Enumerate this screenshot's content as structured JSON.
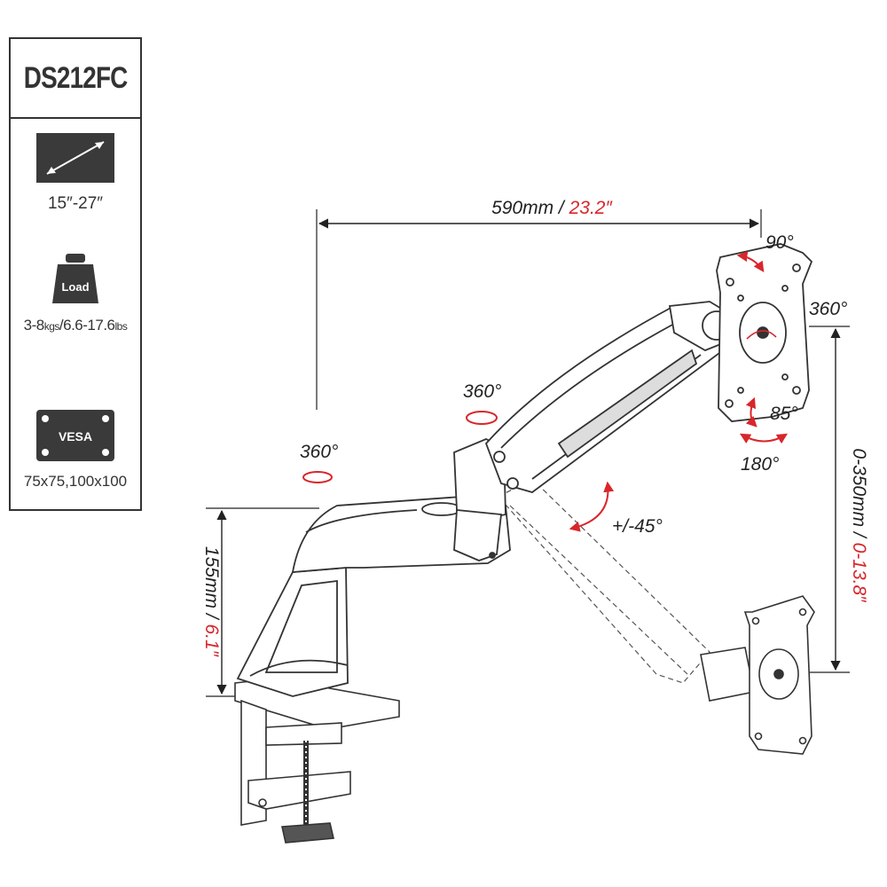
{
  "specs": {
    "model": "DS212FC",
    "screen_size": "15″-27″",
    "load_label": "Load",
    "load_value_a": "3-8",
    "load_unit_a": "kgs",
    "load_value_b": "/6.6-17.6",
    "load_unit_b": "lbs",
    "vesa_label": "VESA",
    "vesa_value": "75x75,100x100",
    "icons": [
      "screen-size-icon",
      "weight-icon",
      "vesa-plate-icon"
    ]
  },
  "diagram": {
    "reach": {
      "value": "590mm / ",
      "value_red": "23.2″"
    },
    "desk_height": {
      "value": "155mm / ",
      "value_red": "6.1″"
    },
    "height_adjust": {
      "value": "0-350mm / ",
      "value_red": "0-13.8″"
    },
    "rotation_base": "360°",
    "rotation_elbow": "360°",
    "rotation_panel": "360°",
    "tilt_up": "90°",
    "tilt_down": "85°",
    "swivel": "180°",
    "arm_tilt": "+/-45°",
    "accent_color": "#d9262b"
  }
}
